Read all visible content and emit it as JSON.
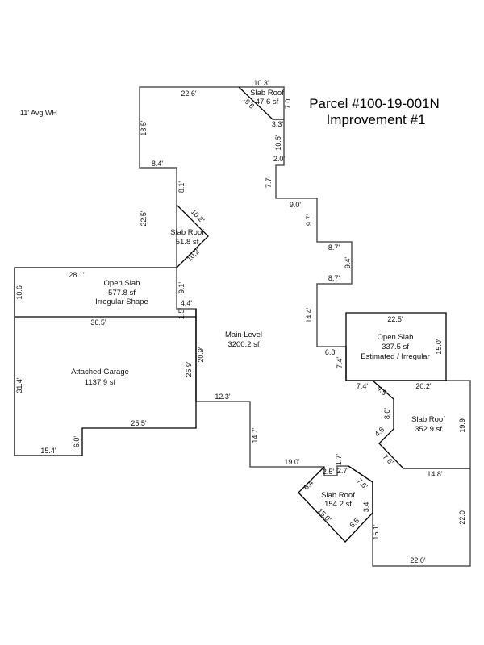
{
  "title": {
    "line1": "Parcel #100-19-001N",
    "line2": "Improvement #1"
  },
  "note": "11' Avg WH",
  "colors": {
    "main_outline": "#555555",
    "sub_outline": "#000000",
    "text": "#111111"
  },
  "areas": {
    "main_level": {
      "name": "Main Level",
      "size": "3200.2 sf"
    },
    "slab_roof_top": {
      "name": "Slab Roof",
      "size": "47.6 sf"
    },
    "slab_roof_left": {
      "name": "Slab Roof",
      "size": "51.8 sf"
    },
    "open_slab_left": {
      "name": "Open Slab",
      "size": "577.8 sf",
      "note": "Irregular Shape"
    },
    "attached_garage": {
      "name": "Attached Garage",
      "size": "1137.9 sf"
    },
    "open_slab_right": {
      "name": "Open Slab",
      "size": "337.5 sf",
      "note": "Estimated / Irregular"
    },
    "slab_roof_right": {
      "name": "Slab Roof",
      "size": "352.9 sf"
    },
    "slab_roof_bottom": {
      "name": "Slab Roof",
      "size": "154.2 sf"
    }
  },
  "dims": {
    "d226": "22.6'",
    "d103": "10.3'",
    "d96": "9.6'",
    "d70": "7.0'",
    "d33": "3.3'",
    "d105": "10.5'",
    "d20": "2.0'",
    "d185": "18.5'",
    "d84": "8.4'",
    "d81": "8.1'",
    "d225": "22.5'",
    "d102a": "10.2'",
    "d102b": "10.2'",
    "d77": "7.7'",
    "d90": "9.0'",
    "d97": "9.7'",
    "d87a": "8.7'",
    "d94": "9.4'",
    "d87b": "8.7'",
    "d144": "14.4'",
    "d68": "6.8'",
    "d281": "28.1'",
    "d106": "10.6'",
    "d91": "9.1'",
    "d44": "4.4'",
    "d15": "1.5'",
    "d365": "36.5'",
    "d314": "31.4'",
    "d269": "26.9'",
    "d209": "20.9'",
    "d255": "25.5'",
    "d60": "6.0'",
    "d154": "15.4'",
    "d123": "12.3'",
    "d147": "14.7'",
    "d190": "19.0'",
    "d225r": "22.5'",
    "d150": "15.0'",
    "d74a": "7.4'",
    "d74b": "7.4'",
    "d45": "4.5'",
    "d202": "20.2'",
    "d80": "8.0'",
    "d46": "4.6'",
    "d199": "19.9'",
    "d76a": "7.6'",
    "d148": "14.8'",
    "d17": "1.7'",
    "d25": "2.5'",
    "d27": "2.7'",
    "d76b": "7.6'",
    "d64": "6.4'",
    "d34": "3.4'",
    "d150b": "15.0'",
    "d65": "6.5'",
    "d151": "15.1'",
    "d220a": "22.0'",
    "d220b": "22.0'"
  }
}
